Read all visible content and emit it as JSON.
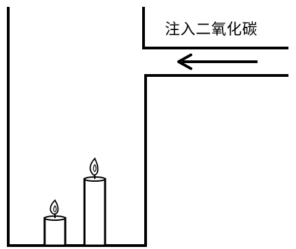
{
  "diagram": {
    "label": "注入二氧化碳",
    "colors": {
      "stroke": "#000000",
      "background": "#ffffff",
      "flame_fill": "#ffffff"
    },
    "elements": {
      "container": "beaker-with-side-inlet",
      "candles": [
        {
          "name": "short-candle",
          "relative_height": "short"
        },
        {
          "name": "tall-candle",
          "relative_height": "tall"
        }
      ],
      "arrow_direction": "left"
    }
  }
}
